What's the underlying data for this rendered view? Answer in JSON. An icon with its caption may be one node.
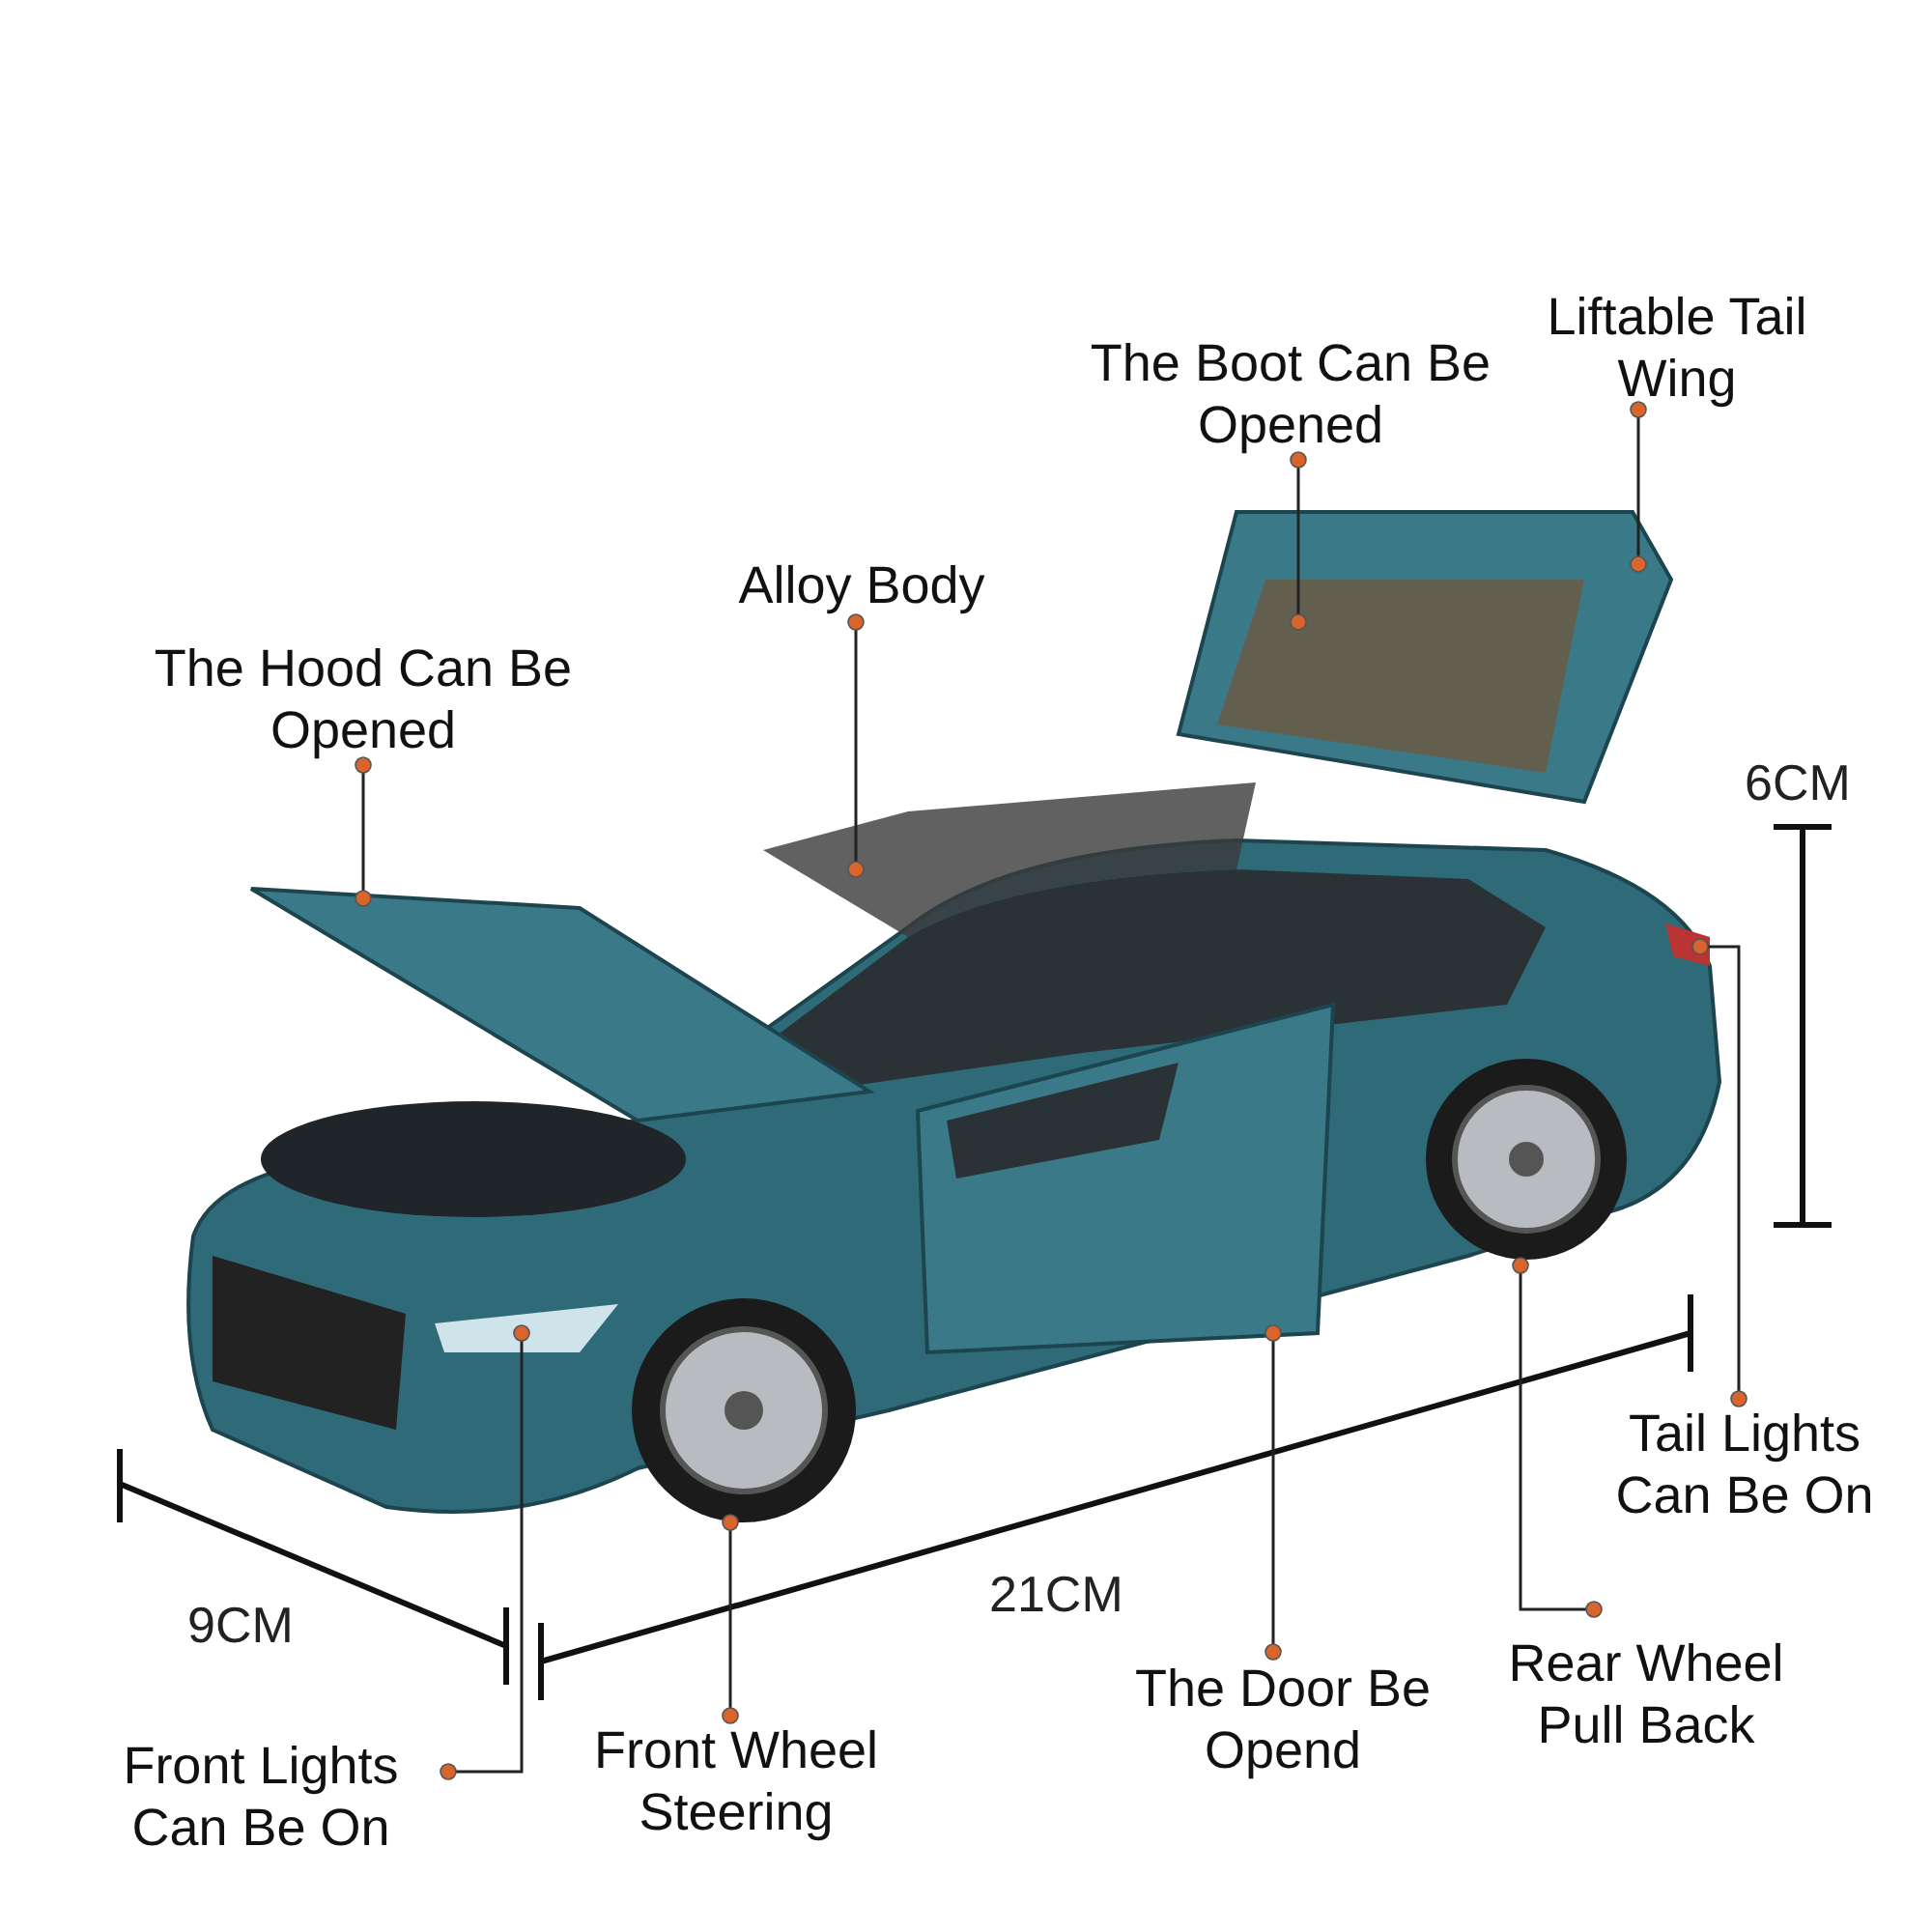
{
  "diagram": {
    "nodes": [
      {
        "text": [
          "Liftable Tail Wing"
        ]
      },
      {
        "text": [
          "The Boot Can Be Opened"
        ]
      },
      {
        "text": [
          "Alloy Body"
        ]
      },
      {
        "text": [
          "The Hood Can Be Opened"
        ]
      },
      {
        "text": [
          "Tail Lights Can Be On"
        ]
      },
      {
        "text": [
          "Front Lights Can Be On"
        ]
      },
      {
        "text": [
          "Front Wheel Steering"
        ]
      },
      {
        "text": [
          "The Door Be Opend"
        ]
      },
      {
        "text": [
          "Rear Wheel Pull Back"
        ]
      }
    ],
    "edges": [
      {
        "from": 0,
        "to": null,
        "arrow": "other"
      },
      {
        "from": 1,
        "to": null,
        "arrow": "other"
      },
      {
        "from": 2,
        "to": null,
        "arrow": "other"
      },
      {
        "from": 3,
        "to": null,
        "arrow": "other"
      },
      {
        "from": 4,
        "to": null,
        "arrow": "other"
      },
      {
        "from": 5,
        "to": null,
        "arrow": "other"
      },
      {
        "from": 6,
        "to": null,
        "arrow": "other"
      },
      {
        "from": 7,
        "to": null,
        "arrow": "other"
      },
      {
        "from": 8,
        "to": null,
        "arrow": "other"
      }
    ],
    "labels": [
      "6CM",
      "21CM",
      "9CM"
    ]
  }
}
